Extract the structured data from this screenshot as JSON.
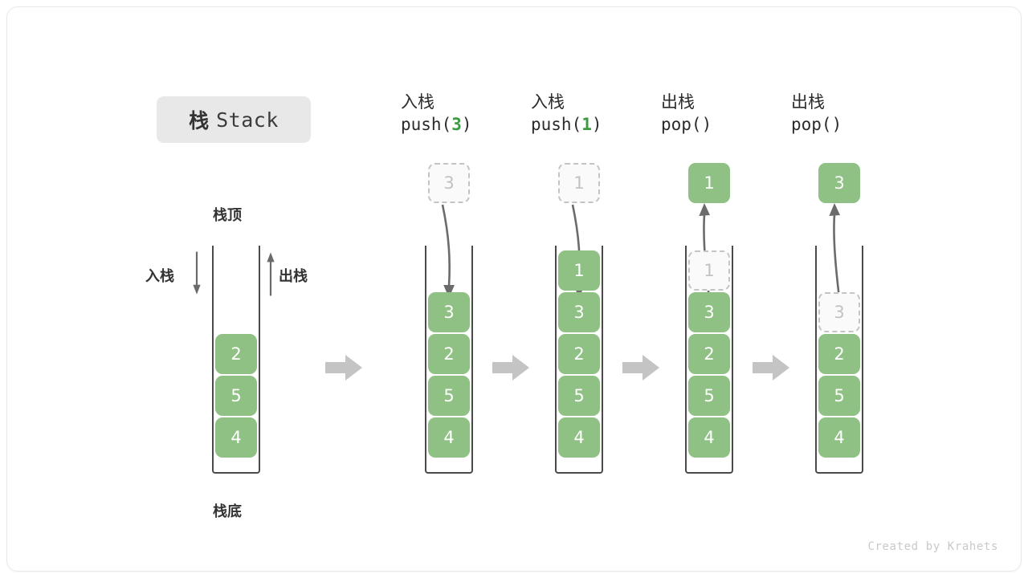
{
  "title": {
    "cn": "栈",
    "en": "Stack"
  },
  "labels": {
    "top": "栈顶",
    "bottom": "栈底",
    "push": "入栈",
    "pop": "出栈"
  },
  "colors": {
    "element_green": "#8ec183",
    "accent_green": "#3c9a42",
    "ghost_border": "#c4c4c4",
    "ghost_text": "#c2c2c2",
    "container_line": "#4a4a4a",
    "step_arrow": "#c4c4c4",
    "chip_background": "#e8e8e8"
  },
  "initial_stack": {
    "name": "initial",
    "elements": [
      "2",
      "5",
      "4"
    ]
  },
  "steps": [
    {
      "id": "push-3",
      "op_cn": "入栈",
      "op_code_prefix": "push(",
      "op_code_value": "3",
      "op_code_suffix": ")",
      "floating_value": "3",
      "floating_state": "ghost",
      "arrow_direction": "down",
      "elements": [
        "3",
        "2",
        "5",
        "4"
      ],
      "ghost_index": -1
    },
    {
      "id": "push-1",
      "op_cn": "入栈",
      "op_code_prefix": "push(",
      "op_code_value": "1",
      "op_code_suffix": ")",
      "floating_value": "1",
      "floating_state": "ghost",
      "arrow_direction": "down",
      "elements": [
        "1",
        "3",
        "2",
        "5",
        "4"
      ],
      "ghost_index": -1
    },
    {
      "id": "pop-1",
      "op_cn": "出栈",
      "op_code_prefix": "pop(",
      "op_code_value": "",
      "op_code_suffix": ")",
      "floating_value": "1",
      "floating_state": "solid",
      "arrow_direction": "up",
      "elements": [
        "1",
        "3",
        "2",
        "5",
        "4"
      ],
      "ghost_index": 0
    },
    {
      "id": "pop-3",
      "op_cn": "出栈",
      "op_code_prefix": "pop(",
      "op_code_value": "",
      "op_code_suffix": ")",
      "floating_value": "3",
      "floating_state": "solid",
      "arrow_direction": "up",
      "elements": [
        "3",
        "2",
        "5",
        "4"
      ],
      "ghost_index": 0
    }
  ],
  "credit": "Created by Krahets"
}
